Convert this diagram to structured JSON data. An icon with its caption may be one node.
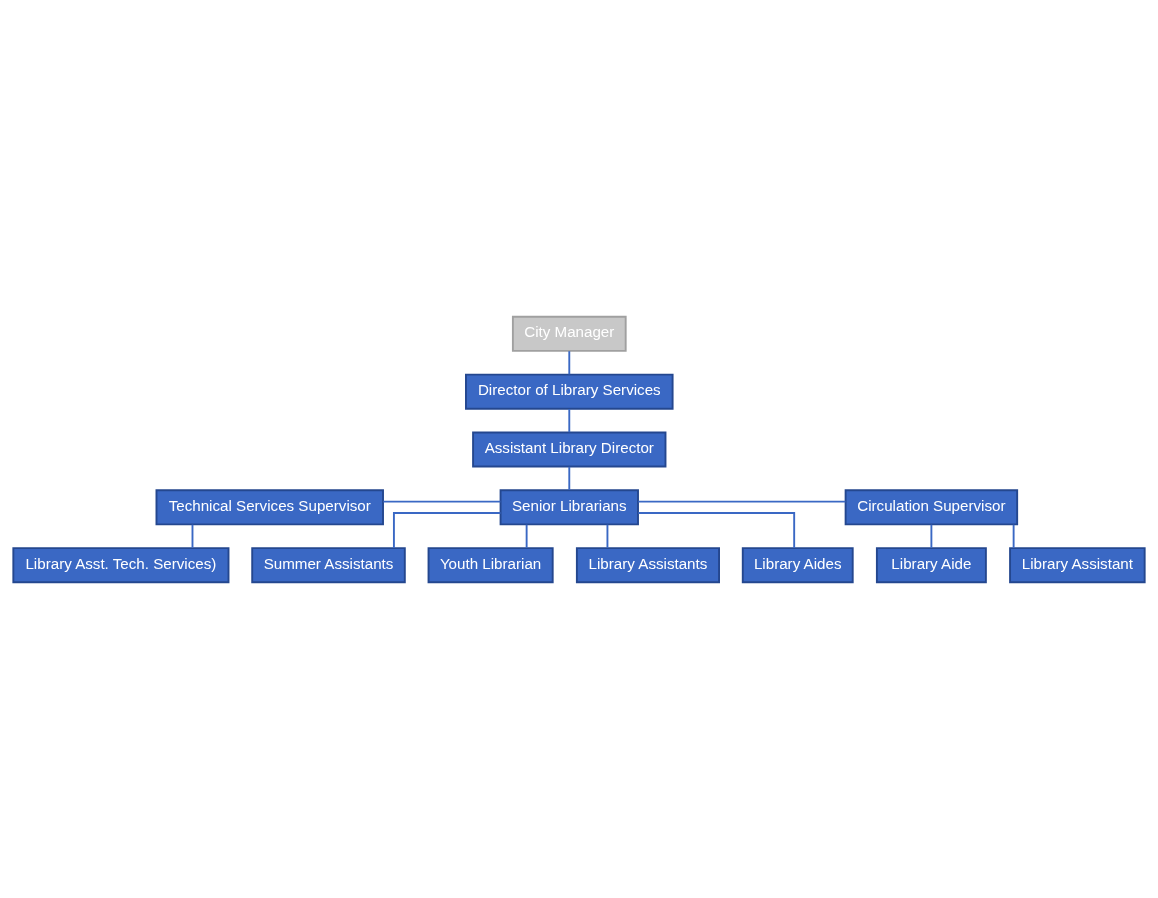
{
  "diagram": {
    "nodes": [
      {
        "text": [
          "City Manager"
        ]
      },
      {
        "text": [
          "Director of Library Services"
        ]
      },
      {
        "text": [
          "Assistant Library Director"
        ]
      },
      {
        "text": [
          "Technical Services Supervisor"
        ]
      },
      {
        "text": [
          "Senior Librarians"
        ]
      },
      {
        "text": [
          "Circulation Supervisor"
        ]
      },
      {
        "text": [
          "Library Asst. Tech. Services)"
        ]
      },
      {
        "text": [
          "Youth Librarian"
        ]
      },
      {
        "text": [
          "Library Assistants"
        ]
      },
      {
        "text": [
          "Library Aides"
        ]
      },
      {
        "text": [
          "Summer Assistants"
        ]
      },
      {
        "text": [
          "Library Assistant"
        ]
      },
      {
        "text": [
          "Library Aide"
        ]
      }
    ],
    "edges": [
      {
        "from": 0,
        "to": 1,
        "arrow": "none"
      },
      {
        "from": 1,
        "to": 2,
        "arrow": "none"
      },
      {
        "from": 2,
        "to": 4,
        "arrow": "none"
      },
      {
        "from": 3,
        "to": 4,
        "arrow": "none"
      },
      {
        "from": 4,
        "to": 5,
        "arrow": "none"
      },
      {
        "from": 3,
        "to": 6,
        "arrow": "none"
      },
      {
        "from": 4,
        "to": 7,
        "arrow": "none"
      },
      {
        "from": 4,
        "to": 8,
        "arrow": "none"
      },
      {
        "from": 4,
        "to": 9,
        "arrow": "none"
      },
      {
        "from": 4,
        "to": 10,
        "arrow": "none"
      },
      {
        "from": 5,
        "to": 11,
        "arrow": "none"
      },
      {
        "from": 5,
        "to": 12,
        "arrow": "none"
      }
    ]
  }
}
